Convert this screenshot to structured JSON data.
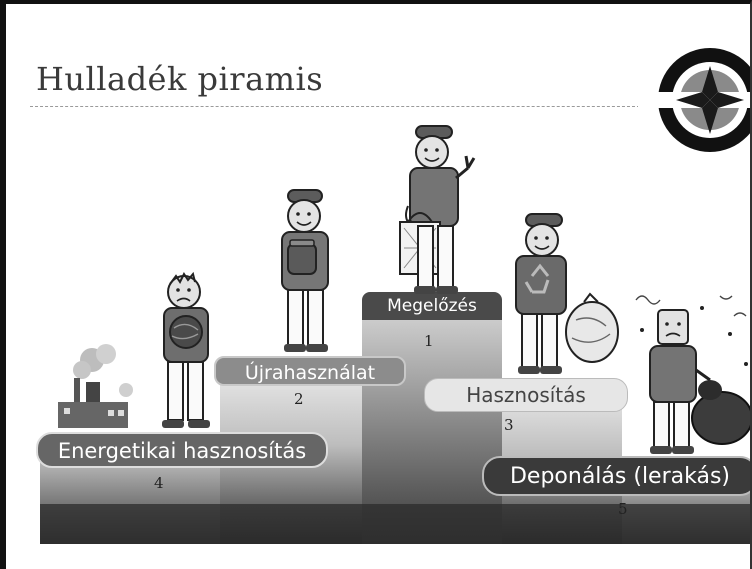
{
  "slide": {
    "title": "Hulladék piramis"
  },
  "steps": [
    {
      "label": "Megelőzés",
      "rank": "1"
    },
    {
      "label": "Újrahasználat",
      "rank": "2"
    },
    {
      "label": "Hasznosítás",
      "rank": "3"
    },
    {
      "label": "Energetikai hasznosítás",
      "rank": "4"
    },
    {
      "label": "Deponálás (lerakás)",
      "rank": "5"
    }
  ],
  "icons": {
    "logo": "compass-logo-icon",
    "factory": "factory-icon",
    "recycle": "recycle-icon"
  }
}
